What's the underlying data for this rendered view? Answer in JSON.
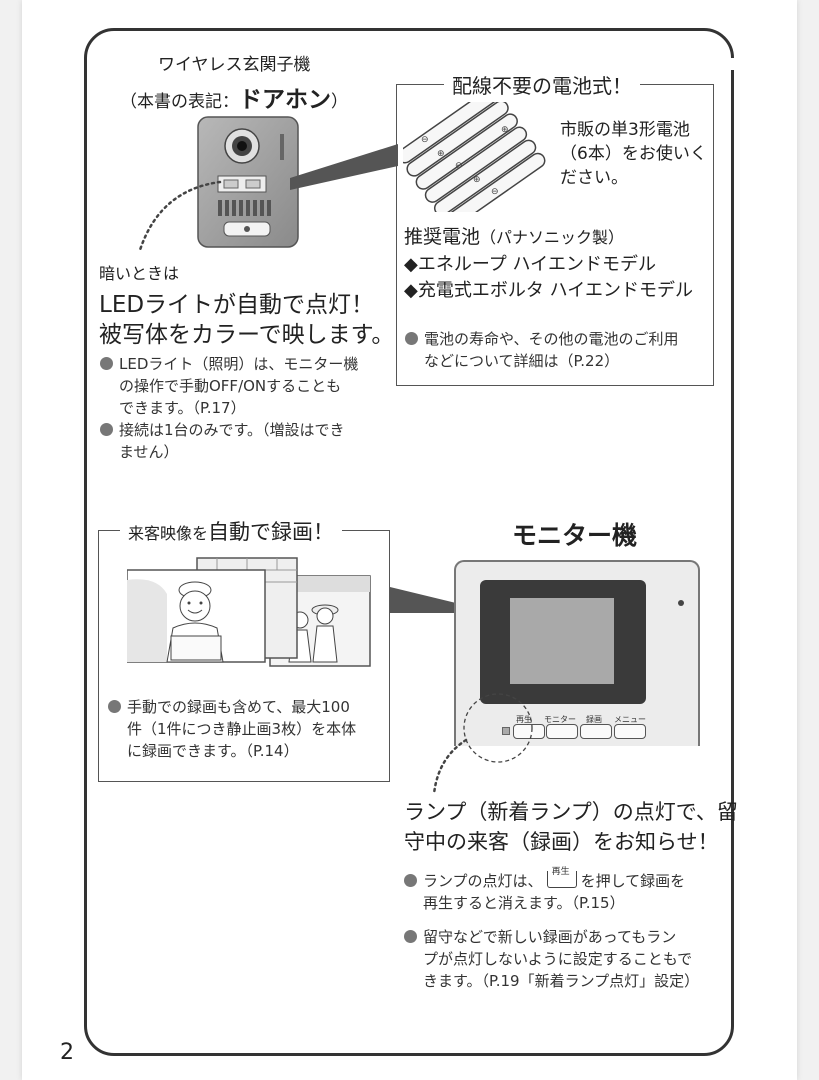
{
  "page_number": "2",
  "door_unit": {
    "name": "ワイヤレス玄関子機",
    "notation_prefix": "（本書の表記：",
    "notation_name": "ドアホン",
    "notation_suffix": "）",
    "dark_label": "暗いときは",
    "headline_1": "LEDライトが自動で点灯！",
    "headline_2": "被写体をカラーで映します。",
    "notes": [
      [
        "LEDライト（照明）は、モニター機",
        "の操作で手動OFF/ONすることも",
        "できます。（P.17）"
      ],
      [
        "接続は1台のみです。（増設はでき",
        "ません）"
      ]
    ]
  },
  "battery_box": {
    "title": "配線不要の電池式！",
    "desc": [
      "市販の単3形電池",
      "（6本）をお使いく",
      "ださい。"
    ],
    "recommended_label": "推奨電池",
    "recommended_maker": "（パナソニック製）",
    "items": [
      "◆エネループ ハイエンドモデル",
      "◆充電式エボルタ ハイエンドモデル"
    ],
    "note": [
      "電池の寿命や、その他の電池のご利用",
      "などについて詳細は（P.22）"
    ]
  },
  "record_box": {
    "title_small": "来客映像を",
    "title_large": "自動で録画！",
    "note": [
      "手動での録画も含めて、最大100",
      "件（1件につき静止画3枚）を本体",
      "に録画できます。（P.14）"
    ]
  },
  "monitor": {
    "title": "モニター機",
    "buttons": [
      "再生",
      "モニター",
      "録画",
      "メニュー"
    ]
  },
  "lamp": {
    "headline_1": "ランプ（新着ランプ）の点灯で、留",
    "headline_2": "守中の来客（録画）をお知らせ！",
    "note1_a": "ランプの点灯は、",
    "note1_key": "再生",
    "note1_b": "を押して録画を",
    "note1_c": "再生すると消えます。（P.15）",
    "note2": [
      "留守などで新しい録画があってもラン",
      "プが点灯しないように設定することもで",
      "きます。（P.19「新着ランプ点灯」設定）"
    ]
  }
}
